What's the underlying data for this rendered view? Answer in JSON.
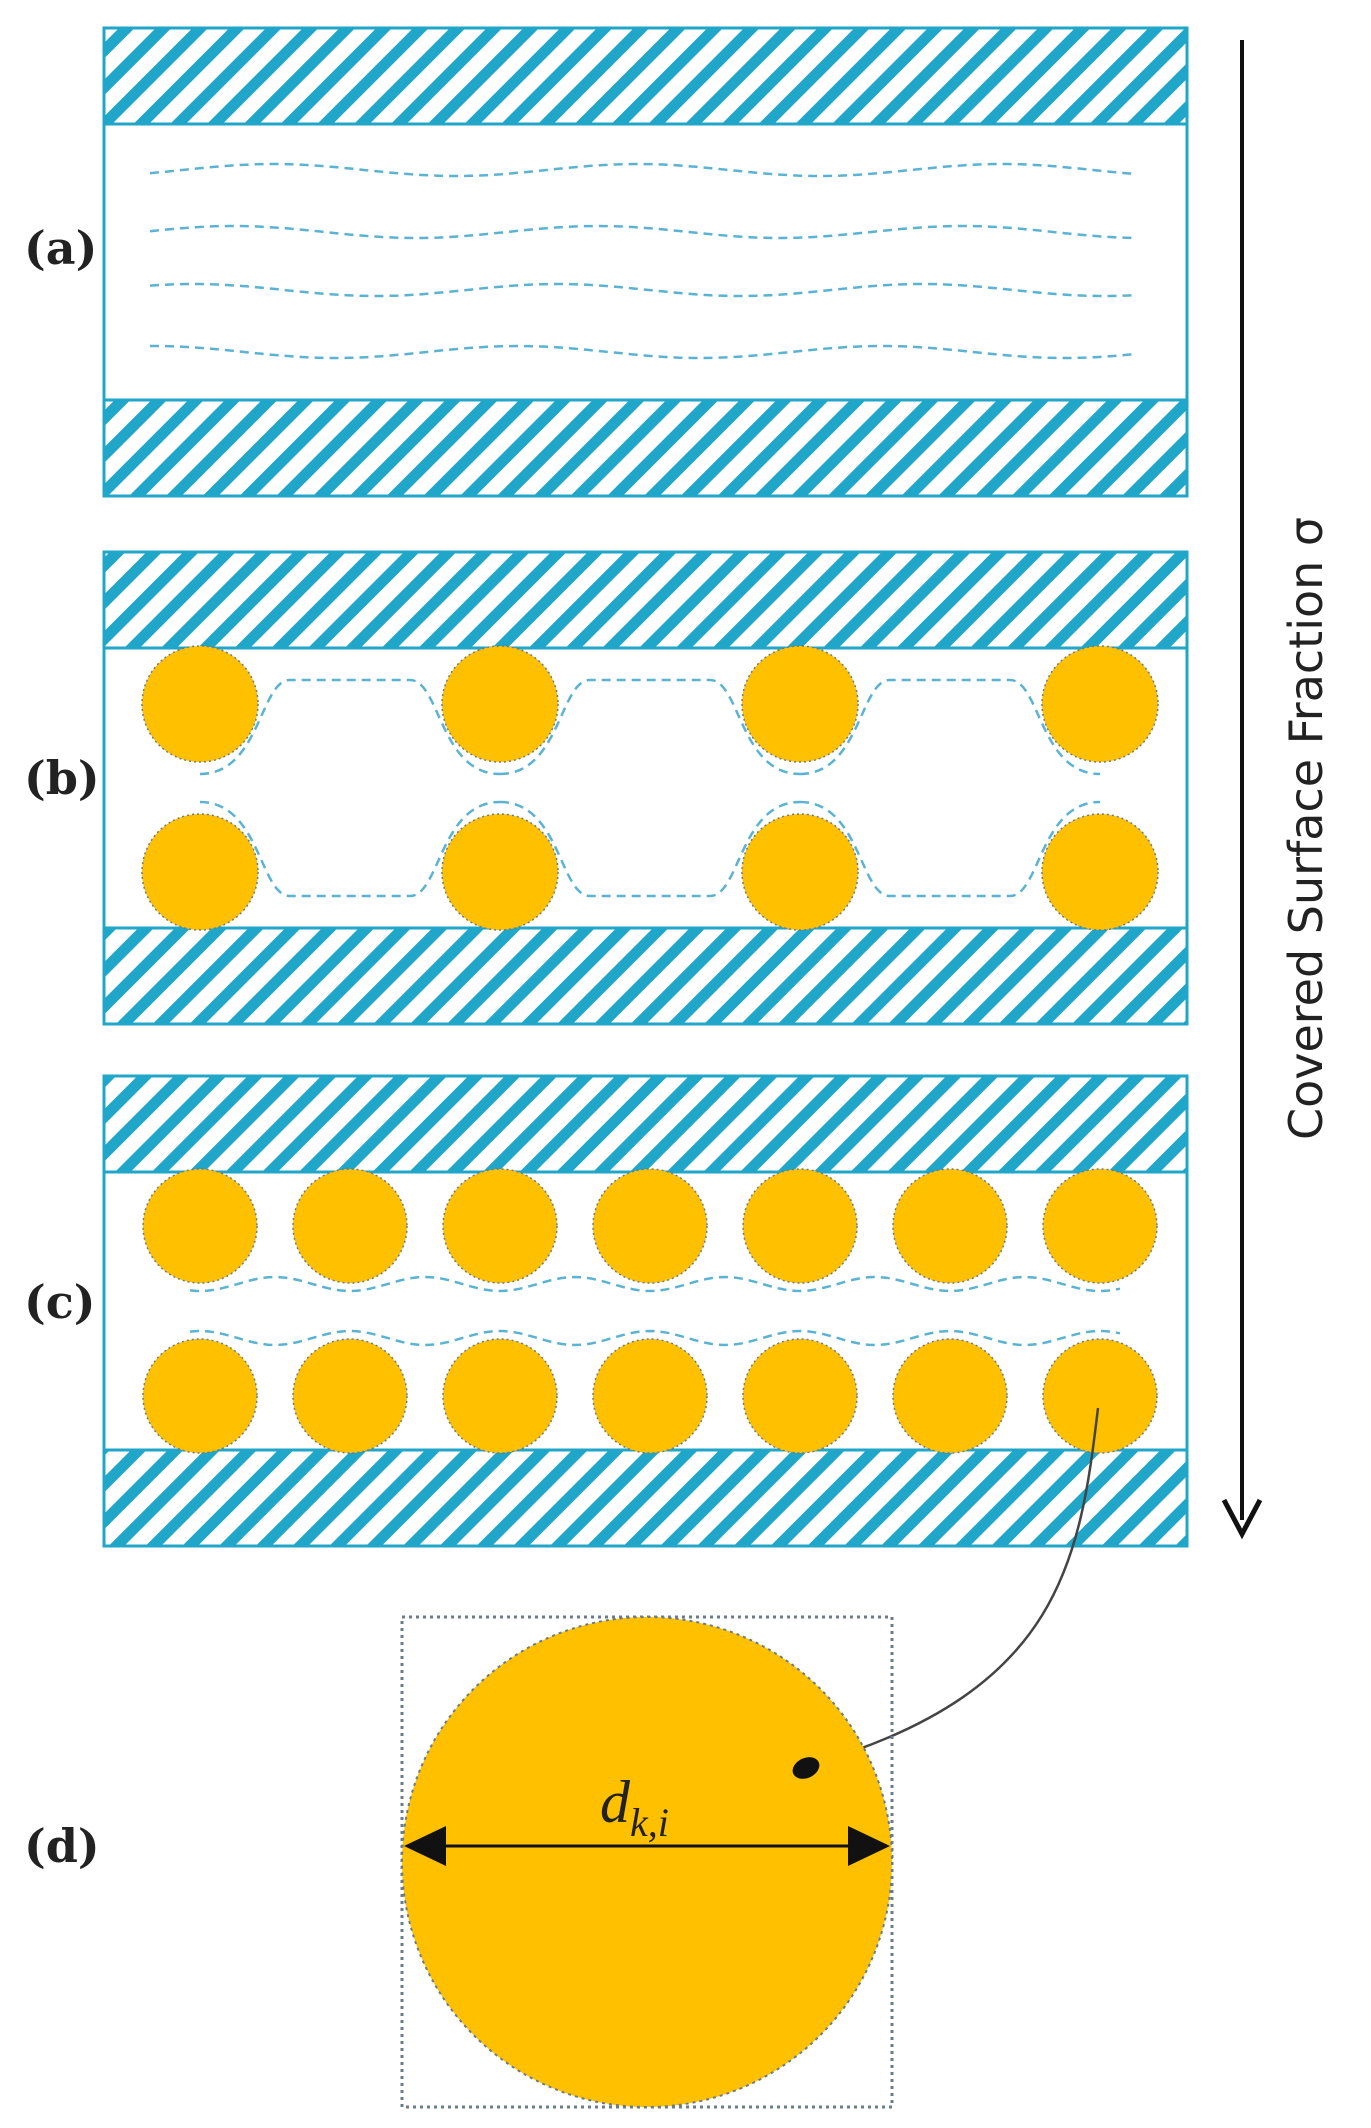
{
  "panels": [
    {
      "label": "(a)",
      "particles_per_row": 0
    },
    {
      "label": "(b)",
      "particles_per_row": 4
    },
    {
      "label": "(c)",
      "particles_per_row": 7
    }
  ],
  "detail": {
    "label": "(d)",
    "diameter_symbol": "d",
    "diameter_subscript": "k,i"
  },
  "arrow": {
    "label": "Covered Surface Fraction σ"
  },
  "colors": {
    "wall": "#1fa6c8",
    "particle": "#ffc000",
    "flow": "#5bb3d3",
    "outline": "#6a7b8c",
    "ink": "#111111"
  }
}
